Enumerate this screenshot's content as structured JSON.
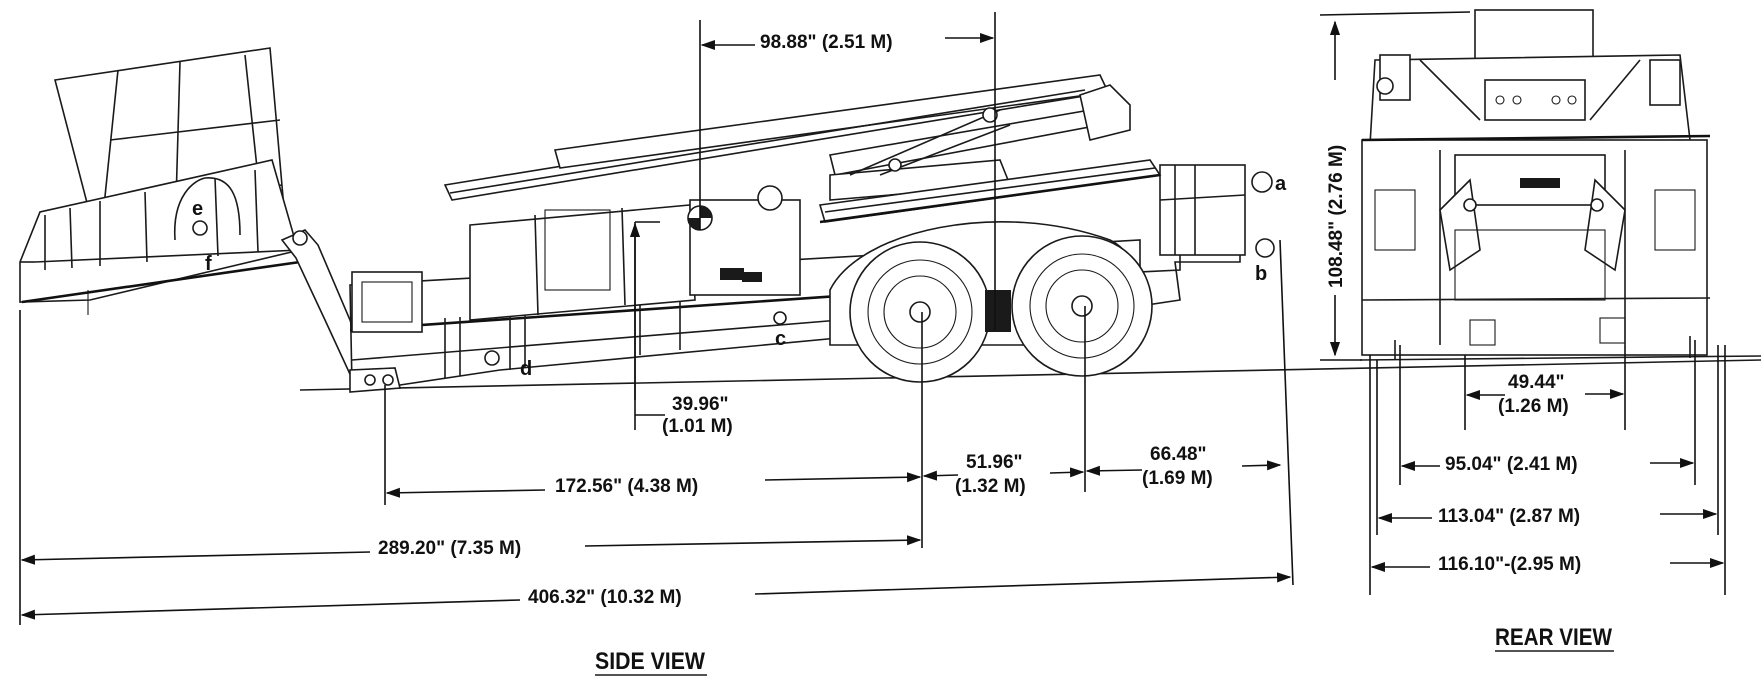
{
  "views": {
    "side_title": "SIDE VIEW",
    "rear_title": "REAR VIEW"
  },
  "side_dimensions": {
    "boom_offset": "98.88\" (2.51 M)",
    "height_cg_1": "39.96\"",
    "height_cg_2": "(1.01 M)",
    "axle_to_pivot": "172.56\" (4.38 M)",
    "axle_spacing_1": "51.96\"",
    "axle_spacing_2": "(1.32 M)",
    "rear_overhang_1": "66.48\"",
    "rear_overhang_2": "(1.69 M)",
    "front_to_axle": "289.20\" (7.35 M)",
    "overall_length": "406.32\" (10.32 M)"
  },
  "rear_dimensions": {
    "overall_height": "108.48\" (2.76 M)",
    "inner_track_1": "49.44\"",
    "inner_track_2": "(1.26 M)",
    "track": "95.04\" (2.41 M)",
    "width_tires": "113.04\" (2.87 M)",
    "overall_width": "116.10\"-(2.95 M)"
  },
  "points": {
    "a": "a",
    "b": "b",
    "c": "c",
    "d": "d",
    "e": "e",
    "f": "f"
  }
}
